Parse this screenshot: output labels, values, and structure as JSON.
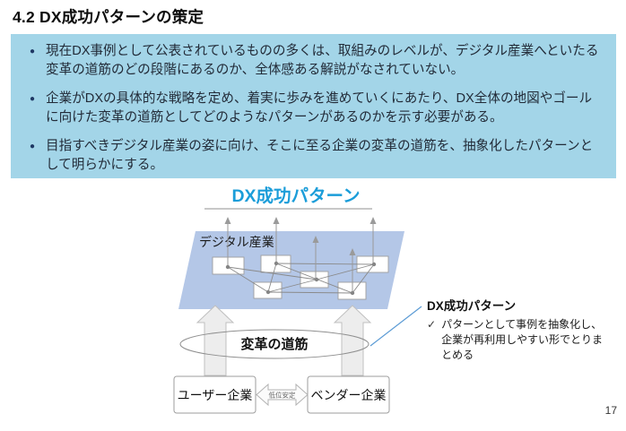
{
  "page": {
    "title": "4.2 DX成功パターンの策定",
    "page_number": "17"
  },
  "summary_box": {
    "bullet_glyph": "●",
    "bullets": [
      "現在DX事例として公表されているものの多くは、取組みのレベルが、デジタル産業へといたる変革の道筋のどの段階にあるのか、全体感ある解説がなされていない。",
      "企業がDXの具体的な戦略を定め、着実に歩みを進めていくにあたり、DX全体の地図やゴールに向けた変革の道筋としてどのようなパターンがあるのかを示す必要がある。",
      "目指すべきデジタル産業の姿に向け、そこに至る企業の変革の道筋を、抽象化したパターンとして明らかにする。"
    ]
  },
  "diagram": {
    "title": "DX成功パターン",
    "plane_label": "デジタル産業",
    "ellipse_label": "変革の道筋",
    "user_company_label": "ユーザー企業",
    "vendor_company_label": "ベンダー企業",
    "between_arrow_label": "低位安定",
    "callout": {
      "heading": "DX成功パターン",
      "check_glyph": "✓",
      "text": "パターンとして事例を抽象化し、企業が再利用しやすい形でとりまとめる"
    }
  },
  "colors": {
    "summary_box_bg": "#a3d5e8",
    "bullet_navy": "#1f3864",
    "diagram_title_blue": "#1b9dd9",
    "plane_fill": "#b4c7e7",
    "callout_line_blue": "#5b9bd5",
    "connector_gray": "#8a8a8a"
  }
}
